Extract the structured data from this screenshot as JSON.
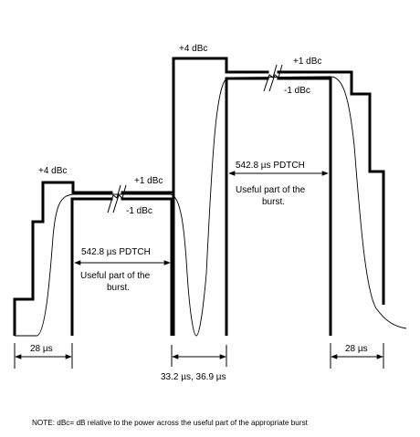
{
  "labels": {
    "left_plus4": "+4 dBc",
    "left_plus1": "+1 dBc",
    "left_minus1": "-1 dBc",
    "left_duration": "542.8 µs PDTCH",
    "left_useful_line1": "Useful part of the",
    "left_useful_line2": "burst.",
    "right_plus4": "+4 dBc",
    "right_plus1": "+1 dBc",
    "right_minus1": "-1 dBc",
    "right_duration": "542.8 µs PDTCH",
    "right_useful_line1": "Useful part of the",
    "right_useful_line2": "burst.",
    "left_ramp_time": "28 µs",
    "guard_time": "33.2 µs, 36.9 µs",
    "right_ramp_time": "28 µs",
    "note": "NOTE: dBc= dB relative to the power across the useful part of the appropriate burst"
  }
}
